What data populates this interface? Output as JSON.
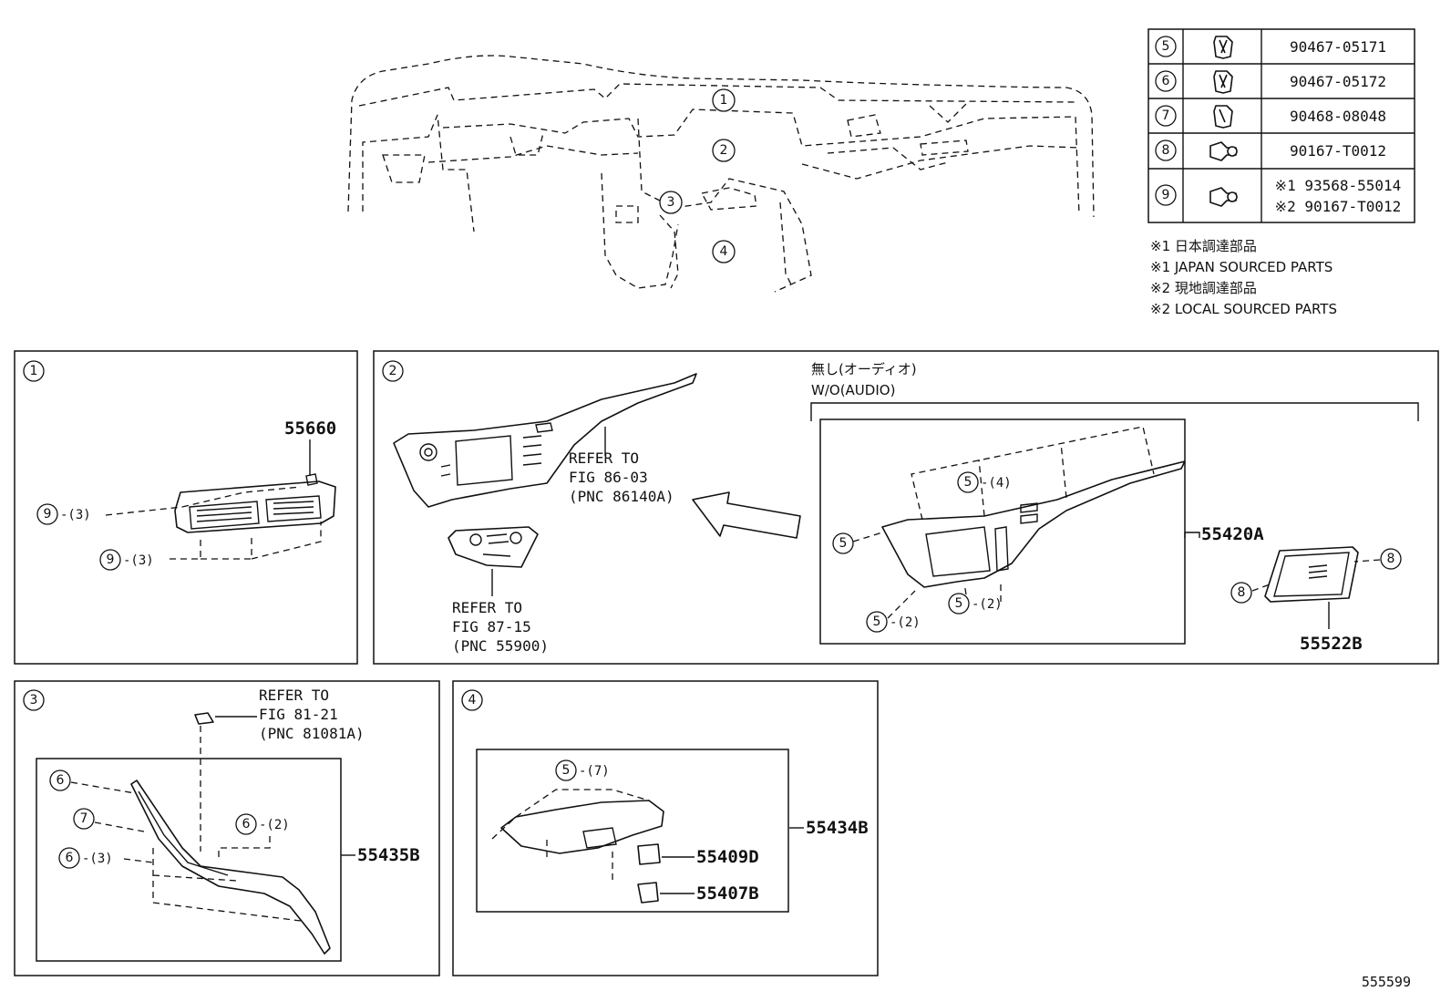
{
  "legend": {
    "rows": [
      {
        "ref": "5",
        "part": "90467-05171",
        "icon": "clip-icon"
      },
      {
        "ref": "6",
        "part": "90467-05172",
        "icon": "clip-icon"
      },
      {
        "ref": "7",
        "part": "90468-08048",
        "icon": "clip-icon"
      },
      {
        "ref": "8",
        "part": "90167-T0012",
        "icon": "screw-icon"
      },
      {
        "ref": "9",
        "part": "※1 93568-55014",
        "part2": "※2 90167-T0012",
        "icon": "screw-icon"
      }
    ],
    "notes": [
      "※1 日本調達部品",
      "※1 JAPAN SOURCED PARTS",
      "※2 現地調達部品",
      "※2 LOCAL SOURCED PARTS"
    ]
  },
  "overview": {
    "callouts": [
      "1",
      "2",
      "3",
      "4"
    ]
  },
  "panel1": {
    "id": "1",
    "part_number": "55660",
    "callouts": [
      {
        "ref": "9",
        "qty": "-(3)"
      },
      {
        "ref": "9",
        "qty": "-(3)"
      }
    ]
  },
  "panel2": {
    "id": "2",
    "ref_a": [
      "REFER TO",
      "FIG 86-03",
      "(PNC 86140A)"
    ],
    "ref_b": [
      "REFER TO",
      "FIG 87-15",
      "(PNC 55900)"
    ],
    "wo_label_jp": "無し(オーディオ)",
    "wo_label_en": "W/O(AUDIO)",
    "part_main": "55420A",
    "part_sub": "55522B",
    "callouts": [
      {
        "ref": "5",
        "qty": "-(4)"
      },
      {
        "ref": "5",
        "qty": ""
      },
      {
        "ref": "5",
        "qty": "-(2)"
      },
      {
        "ref": "5",
        "qty": "-(2)"
      },
      {
        "ref": "8",
        "qty": ""
      },
      {
        "ref": "8",
        "qty": ""
      }
    ]
  },
  "panel3": {
    "id": "3",
    "ref": [
      "REFER TO",
      "FIG 81-21",
      "(PNC 81081A)"
    ],
    "part_number": "55435B",
    "callouts": [
      {
        "ref": "6",
        "qty": ""
      },
      {
        "ref": "7",
        "qty": ""
      },
      {
        "ref": "6",
        "qty": "-(3)"
      },
      {
        "ref": "6",
        "qty": "-(2)"
      }
    ]
  },
  "panel4": {
    "id": "4",
    "part_main": "55434B",
    "part_a": "55409D",
    "part_b": "55407B",
    "callouts": [
      {
        "ref": "5",
        "qty": "-(7)"
      }
    ]
  },
  "figure_id": "555599"
}
